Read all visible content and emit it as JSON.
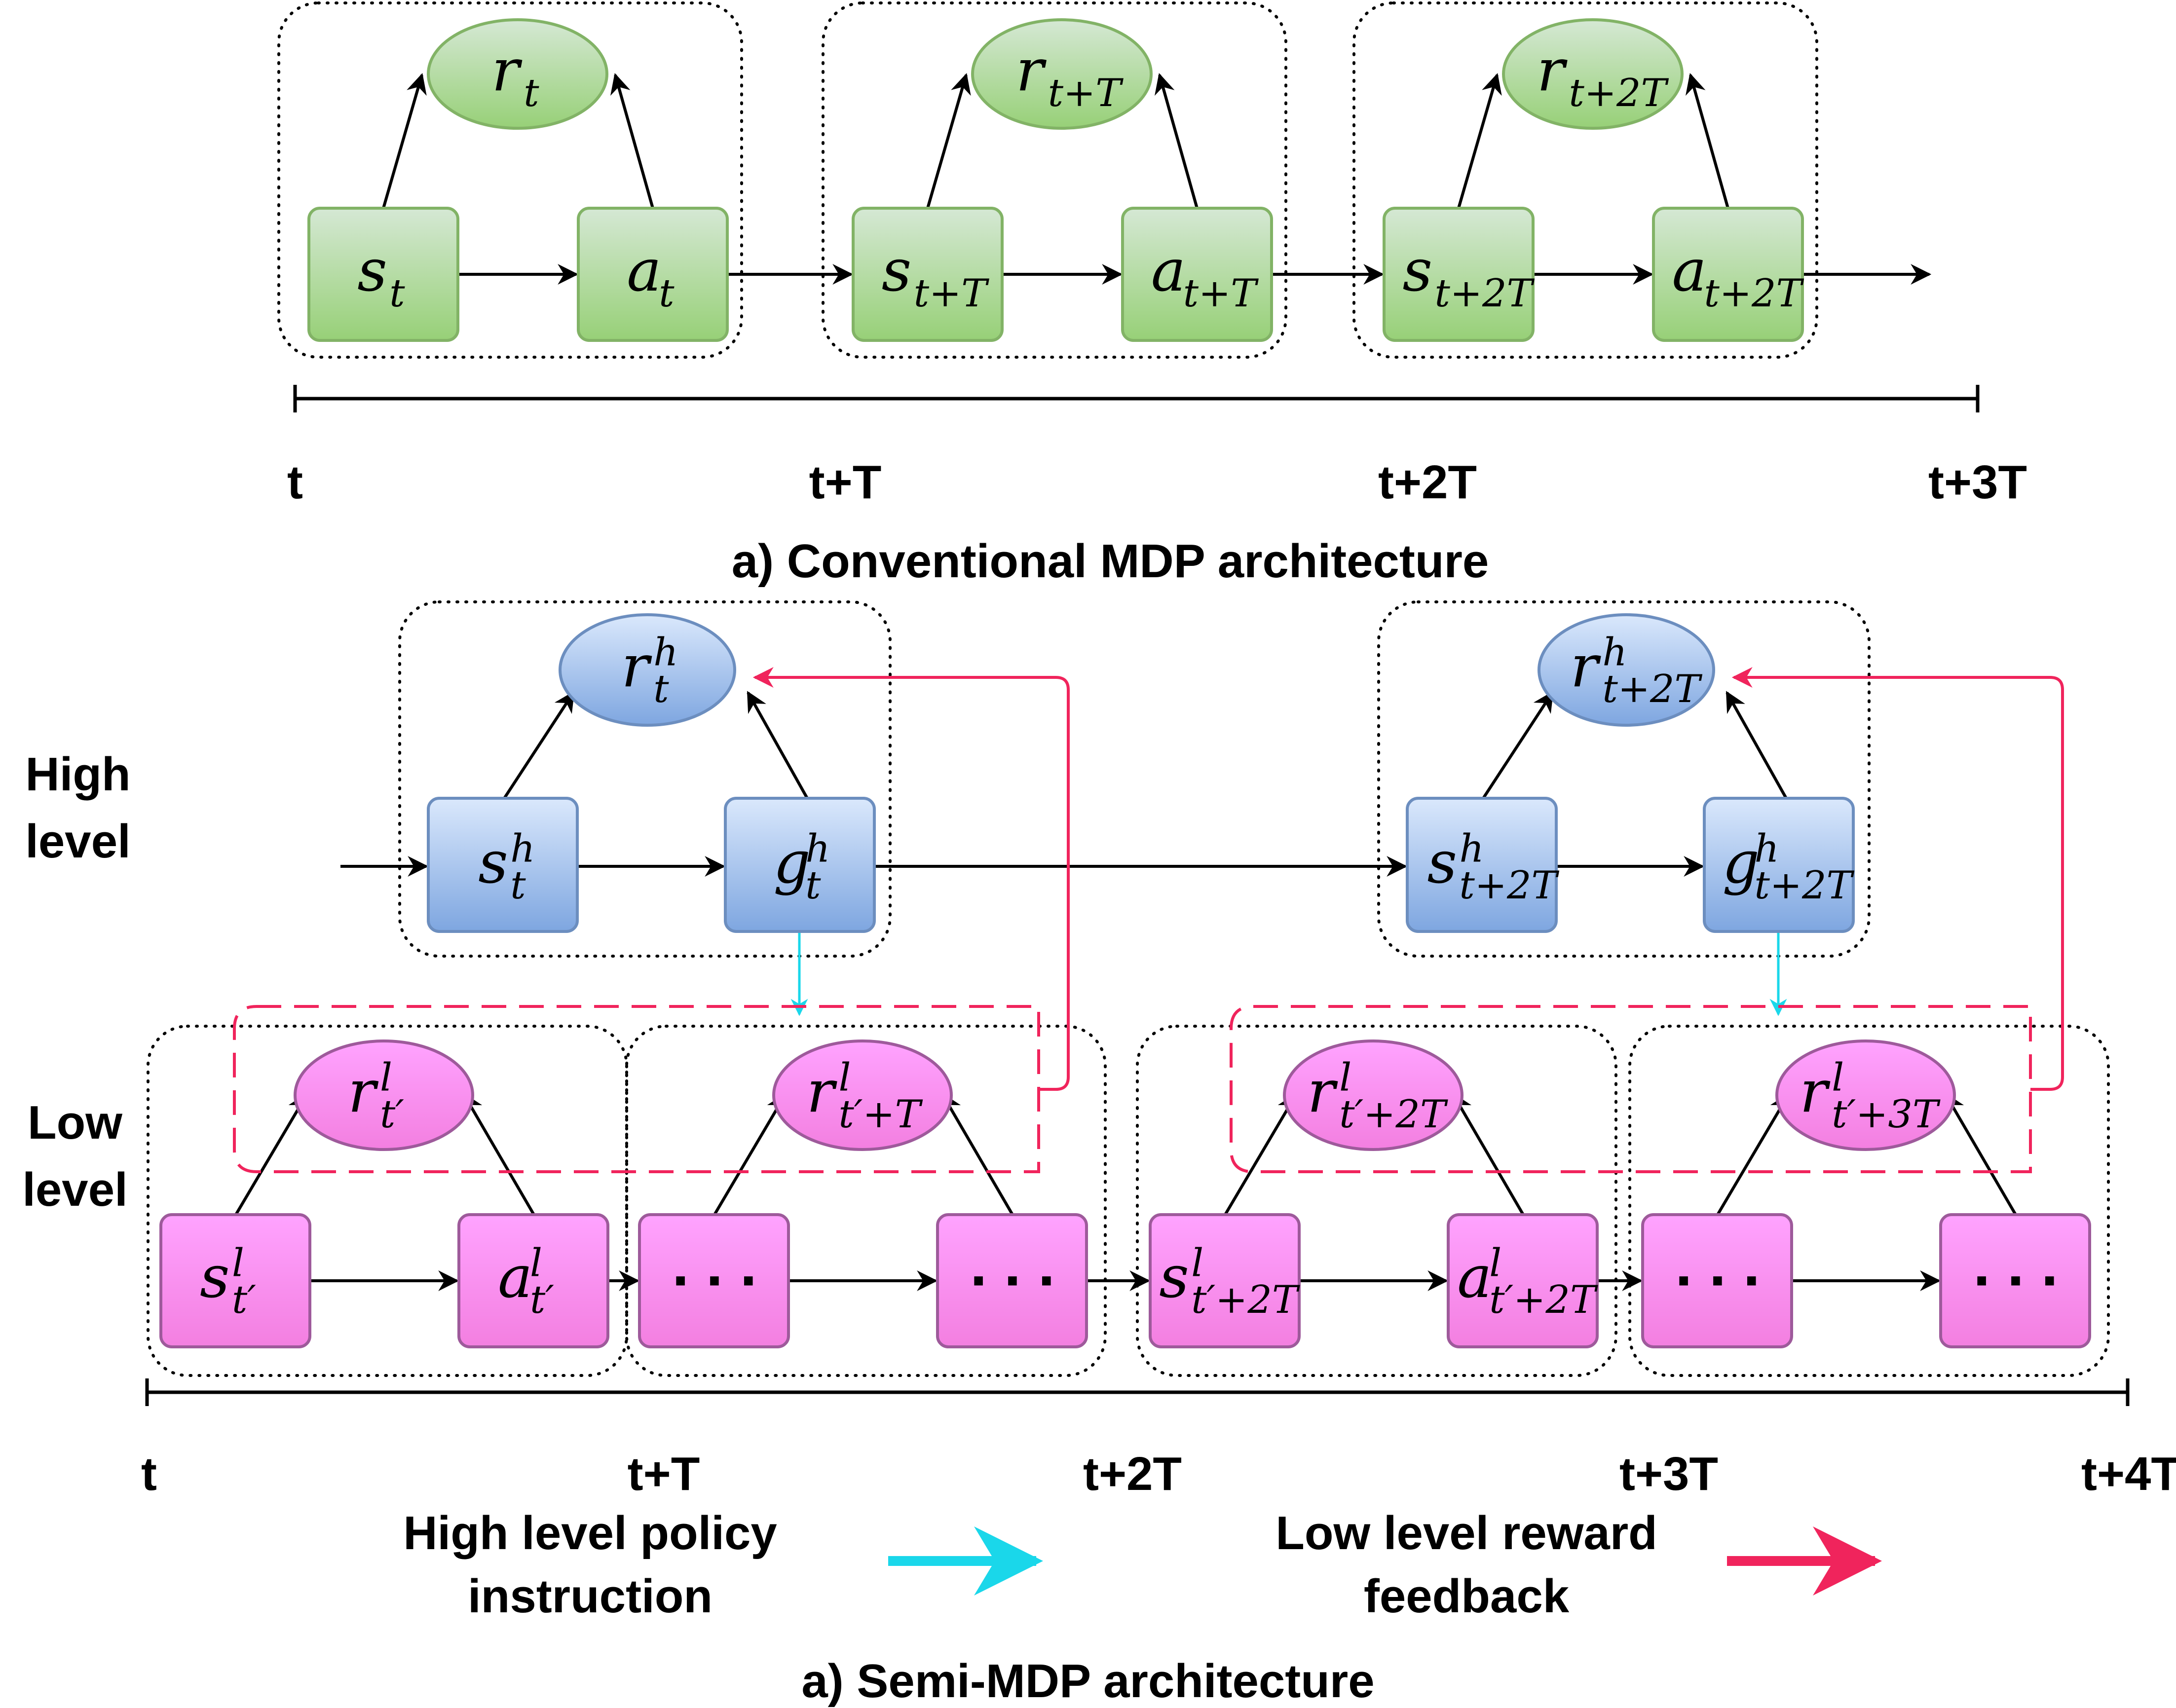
{
  "top": {
    "caption": "a) Conventional MDP architecture",
    "timeline_ticks": [
      "t",
      "t+T",
      "t+2T",
      "t+3T"
    ],
    "groups": [
      {
        "r": {
          "base": "r",
          "sub": "t"
        },
        "s": {
          "base": "s",
          "sub": "t"
        },
        "a": {
          "base": "a",
          "sub": "t"
        }
      },
      {
        "r": {
          "base": "r",
          "sub": "t+T"
        },
        "s": {
          "base": "s",
          "sub": "t+T"
        },
        "a": {
          "base": "a",
          "sub": "t+T"
        }
      },
      {
        "r": {
          "base": "r",
          "sub": "t+2T"
        },
        "s": {
          "base": "s",
          "sub": "t+2T"
        },
        "a": {
          "base": "a",
          "sub": "t+2T"
        }
      }
    ]
  },
  "bottom": {
    "caption": "a) Semi-MDP architecture",
    "high_level_label": [
      "High",
      "level"
    ],
    "low_level_label": [
      "Low",
      "level"
    ],
    "timeline_ticks": [
      "t",
      "t+T",
      "t+2T",
      "t+3T",
      "t+4T"
    ],
    "high_groups": [
      {
        "r": {
          "base": "r",
          "sup": "h",
          "sub": "t"
        },
        "s": {
          "base": "s",
          "sup": "h",
          "sub": "t"
        },
        "g": {
          "base": "g",
          "sup": "h",
          "sub": "t"
        }
      },
      {
        "r": {
          "base": "r",
          "sup": "h",
          "sub": "t+2T"
        },
        "s": {
          "base": "s",
          "sup": "h",
          "sub": "t+2T"
        },
        "g": {
          "base": "g",
          "sup": "h",
          "sub": "t+2T"
        }
      }
    ],
    "low_groups": [
      {
        "r": {
          "base": "r",
          "sup": "l",
          "sub": "t′"
        },
        "s": {
          "base": "s",
          "sup": "l",
          "sub": "t′"
        },
        "a": {
          "base": "a",
          "sup": "l",
          "sub": "t′"
        }
      },
      {
        "r": {
          "base": "r",
          "sup": "l",
          "sub": "t′+T"
        },
        "s": {
          "ellipsis": ". . ."
        },
        "a": {
          "ellipsis": ". . ."
        }
      },
      {
        "r": {
          "base": "r",
          "sup": "l",
          "sub": "t′+2T"
        },
        "s": {
          "base": "s",
          "sup": "l",
          "sub": "t′+2T"
        },
        "a": {
          "base": "a",
          "sup": "l",
          "sub": "t′+2T"
        }
      },
      {
        "r": {
          "base": "r",
          "sup": "l",
          "sub": "t′+3T"
        },
        "s": {
          "ellipsis": ". . ."
        },
        "a": {
          "ellipsis": ". . ."
        }
      }
    ]
  },
  "legend": {
    "policy_instruction": [
      "High level policy",
      "instruction"
    ],
    "reward_feedback": [
      "Low level reward",
      "feedback"
    ]
  },
  "colors": {
    "green_fill": "#b9df9a",
    "green_stroke": "#82b366",
    "blue_fill": "#a3bff0",
    "blue_stroke": "#6c8ebf",
    "pink_fill": "#f986f6",
    "pink_stroke": "#9e5a9b",
    "policy_arrow": "#1ad7ea",
    "reward_arrow": "#f0245c"
  }
}
